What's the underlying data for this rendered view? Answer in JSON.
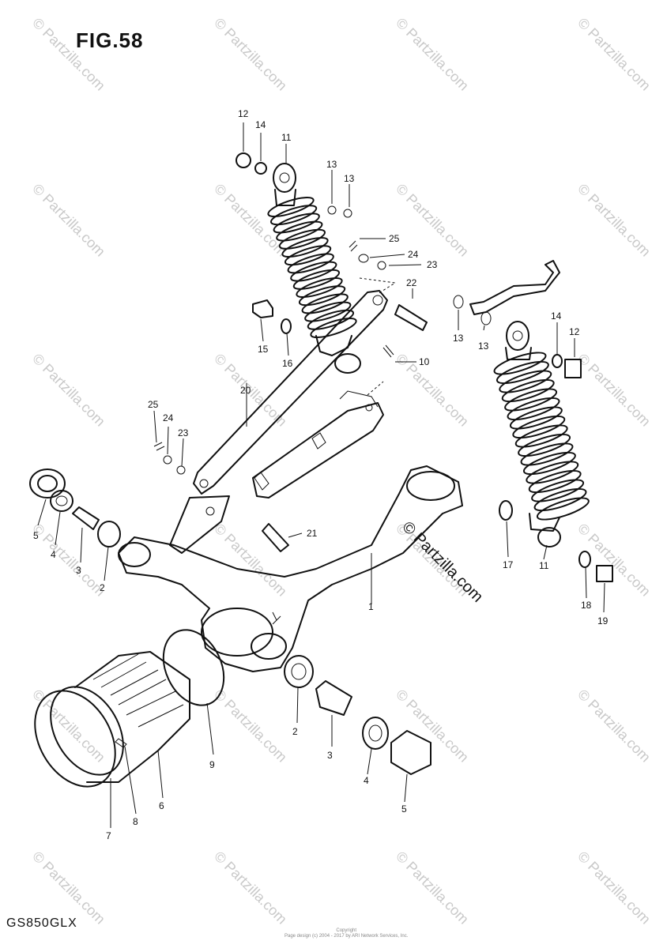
{
  "figure": {
    "title": "FIG.58",
    "model": "GS850GLX",
    "copyright_lines": [
      "Copyright",
      "Page design (c) 2004 - 2017 by ARI Network Services, Inc."
    ]
  },
  "watermark": {
    "text": "© Partzilla.com",
    "center_text": "© Partzilla.com"
  },
  "callouts": [
    "1",
    "2",
    "2",
    "3",
    "3",
    "4",
    "4",
    "5",
    "5",
    "6",
    "7",
    "8",
    "9",
    "10",
    "11",
    "11",
    "12",
    "12",
    "13",
    "13",
    "13",
    "13",
    "14",
    "14",
    "15",
    "16",
    "17",
    "18",
    "19",
    "20",
    "21",
    "22",
    "23",
    "23",
    "24",
    "24",
    "25",
    "25"
  ]
}
